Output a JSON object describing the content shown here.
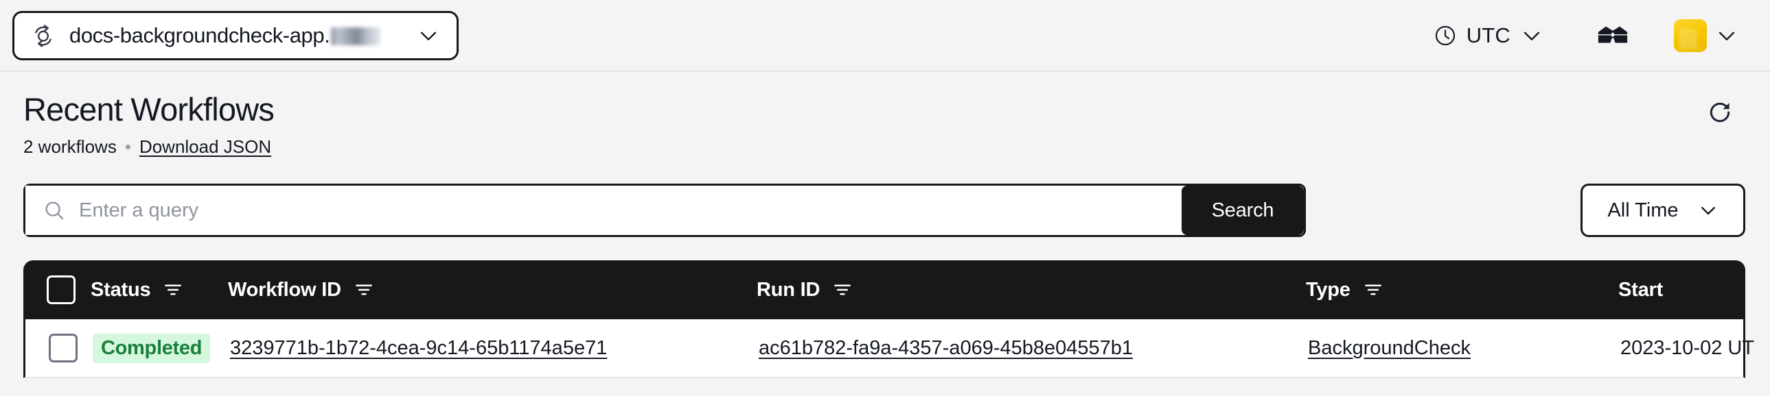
{
  "topbar": {
    "namespace_logo_icon": "temporal-circle-arrow-icon",
    "namespace_name": "docs-backgroundcheck-app.",
    "namespace_redacted": true,
    "namespace_chevron_icon": "chevron-down-icon",
    "timezone_clock_icon": "clock-icon",
    "timezone_label": "UTC",
    "timezone_chevron_icon": "chevron-down-icon",
    "labs_icon": "3d-glasses-icon",
    "avatar_icon": "user-avatar",
    "avatar_color": "#f6c700",
    "avatar_chevron_icon": "chevron-down-icon"
  },
  "header": {
    "title": "Recent Workflows",
    "count_label": "2 workflows",
    "separator": "•",
    "download_link": "Download JSON",
    "refresh_icon": "refresh-icon"
  },
  "search": {
    "icon": "search-icon",
    "placeholder": "Enter a query",
    "value": "",
    "button_label": "Search",
    "time_range_label": "All Time",
    "time_range_chevron_icon": "chevron-down-icon"
  },
  "table": {
    "select_all_icon": "checkbox-unchecked-icon",
    "columns": [
      {
        "key": "status",
        "label": "Status",
        "filter_icon": "filter-icon"
      },
      {
        "key": "wfid",
        "label": "Workflow ID",
        "filter_icon": "filter-icon"
      },
      {
        "key": "runid",
        "label": "Run ID",
        "filter_icon": "filter-icon"
      },
      {
        "key": "type",
        "label": "Type",
        "filter_icon": "filter-icon"
      },
      {
        "key": "start",
        "label": "Start",
        "filter_icon": ""
      }
    ],
    "rows": [
      {
        "checkbox_icon": "checkbox-unchecked-icon",
        "status": "Completed",
        "status_color": "#1a7f3c",
        "status_bg": "#d4f7dd",
        "workflow_id": "3239771b-1b72-4cea-9c14-65b1174a5e71",
        "run_id": "ac61b782-fa9a-4357-a069-45b8e04557b1",
        "type": "BackgroundCheck",
        "start": "2023-10-02 UT"
      }
    ]
  }
}
